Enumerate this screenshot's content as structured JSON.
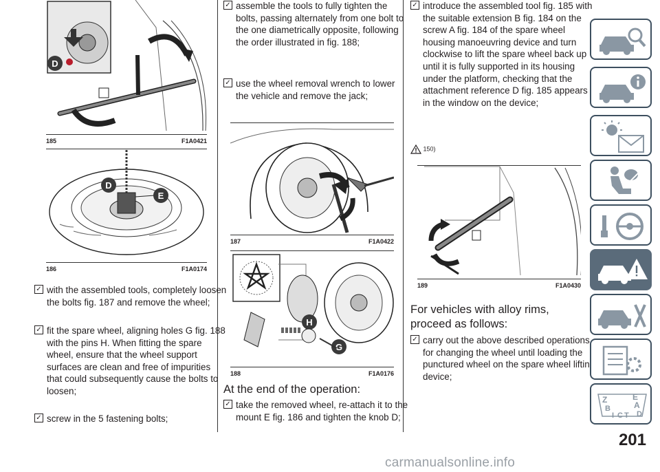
{
  "figures": {
    "f185": {
      "num": "185",
      "code": "F1A0421",
      "labels": {
        "d": "D"
      }
    },
    "f186": {
      "num": "186",
      "code": "F1A0174",
      "labels": {
        "d": "D",
        "e": "E"
      }
    },
    "f187": {
      "num": "187",
      "code": "F1A0422"
    },
    "f188": {
      "num": "188",
      "code": "F1A0176",
      "labels": {
        "h": "H",
        "g": "G"
      }
    },
    "f189": {
      "num": "189",
      "code": "F1A0430"
    }
  },
  "col1": {
    "items": [
      "with the assembled tools, completely loosen the bolts fig. 187 and remove the wheel;",
      "fit the spare wheel, aligning holes G fig. 188 with the pins H. When fitting the spare wheel, ensure that the wheel support surfaces are clean and free of impurities that could subsequently cause the bolts to loosen;",
      "screw in the 5 fastening bolts;"
    ]
  },
  "col2": {
    "items": [
      "assemble the tools to fully tighten the bolts, passing alternately from one bolt to the one diametrically opposite, following the order illustrated in fig. 188;",
      "use the wheel removal wrench to lower the vehicle and remove the jack;"
    ],
    "heading": "At the end of the operation:",
    "items2": [
      "take the removed wheel, re-attach it to the mount E fig. 186 and tighten the knob D;"
    ]
  },
  "col3": {
    "items": [
      "introduce the assembled tool fig. 185 with the suitable extension B fig. 184 on the screw A fig. 184 of the spare wheel housing manoeuvring device and turn clockwise to lift the spare wheel back up until it is fully supported in its housing under the platform, checking that the attachment reference D fig. 185 appears in the window on the device;"
    ],
    "warning_ref": "150)",
    "heading": "For vehicles with alloy rims, proceed as follows:",
    "items2": [
      "carry out the above described operations for changing the wheel until loading the punctured wheel on the spare wheel lifting device;"
    ]
  },
  "page": {
    "number": "201"
  },
  "watermark": "carmanualsonline.info",
  "colors": {
    "tab_border": "#3d4f5f",
    "tab_active": "#5a6b7a",
    "accent_dark": "#3a3a3a"
  },
  "side_tabs": [
    {
      "icon": "car-magnifier-icon"
    },
    {
      "icon": "car-info-icon"
    },
    {
      "icon": "warning-lights-icon"
    },
    {
      "icon": "airbag-seat-icon"
    },
    {
      "icon": "steering-wheel-icon"
    },
    {
      "icon": "car-breakdown-icon",
      "active": true
    },
    {
      "icon": "car-service-tools-icon"
    },
    {
      "icon": "spec-sheet-icon"
    },
    {
      "icon": "alphabet-index-icon"
    }
  ]
}
